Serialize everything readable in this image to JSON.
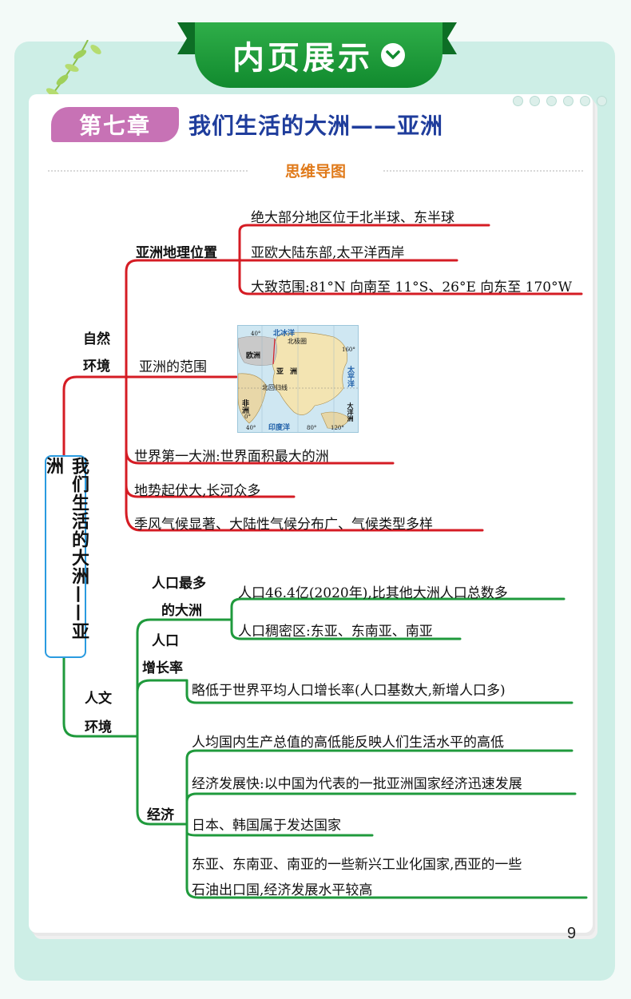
{
  "banner": {
    "title": "内页展示"
  },
  "chapter": {
    "tag": "第七章",
    "title": "我们生活的大洲——亚洲"
  },
  "mindmap": {
    "heading": "思维导图",
    "root": "我们生活的大洲——亚洲",
    "natural": {
      "label_l1": "自然",
      "label_l2": "环境",
      "location": {
        "label": "亚洲地理位置",
        "items": [
          "绝大部分地区位于北半球、东半球",
          "亚欧大陆东部,太平洋西岸",
          "大致范围:81°N 向南至 11°S、26°E 向东至 170°W"
        ]
      },
      "range": {
        "label": "亚洲的范围",
        "map_labels": {
          "arctic": "北冰洋",
          "arctic_circle": "北极圈",
          "europe": "欧洲",
          "asia": "亚洲",
          "pacific": "太平洋",
          "indian": "印度洋",
          "africa": "非洲",
          "tropic": "北回归线",
          "ocean_char": "大洋洲",
          "deg40n": "40°",
          "deg160e": "160°",
          "deg40w": "40°",
          "deg80e": "80°",
          "deg120e": "120°",
          "deg0": "0°"
        }
      },
      "facts": [
        "世界第一大洲:世界面积最大的洲",
        "地势起伏大,长河众多",
        "季风气候显著、大陆性气候分布广、气候类型多样"
      ]
    },
    "human": {
      "label_l1": "人文",
      "label_l2": "环境",
      "population": {
        "label_l1": "人口最多",
        "label_l2": "的大洲",
        "items": [
          "人口46.4亿(2020年),比其他大洲人口总数多",
          "人口稠密区:东亚、东南亚、南亚"
        ]
      },
      "growth": {
        "label_l1": "人口",
        "label_l2": "增长率",
        "items": [
          "略低于世界平均人口增长率(人口基数大,新增人口多)"
        ]
      },
      "economy": {
        "label": "经济",
        "items": [
          "人均国内生产总值的高低能反映人们生活水平的高低",
          "经济发展快:以中国为代表的一批亚洲国家经济迅速发展",
          "日本、韩国属于发达国家"
        ],
        "last_l1": "东亚、东南亚、南亚的一些新兴工业化国家,西亚的一些",
        "last_l2": "石油出口国,经济发展水平较高"
      }
    }
  },
  "page_number": "9",
  "colors": {
    "red": "#d51c24",
    "green": "#1f9a3c",
    "blue": "#2a9be0",
    "purple": "#c772b5",
    "title_blue": "#1f3d9c",
    "orange": "#e07a1a"
  }
}
